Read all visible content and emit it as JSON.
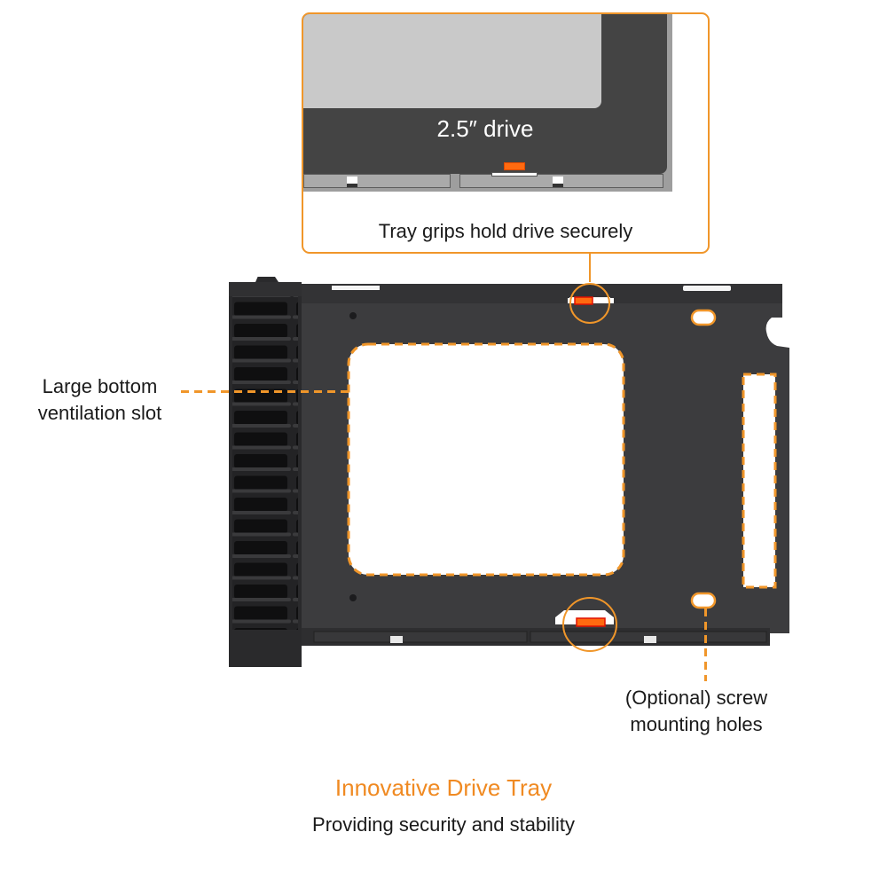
{
  "callout": {
    "drive_label": "2.5″ drive",
    "caption": "Tray grips hold drive securely"
  },
  "annotations": {
    "vent_slot": [
      "Large bottom",
      "ventilation slot"
    ],
    "screw_holes": [
      "(Optional) screw",
      "mounting holes"
    ]
  },
  "footer": {
    "title": "Innovative Drive Tray",
    "subtitle": "Providing security and stability"
  },
  "colors": {
    "accent": "#f0962a",
    "grip": "#ff6a10",
    "tray": "#3c3c3e",
    "title": "#f08a22"
  }
}
